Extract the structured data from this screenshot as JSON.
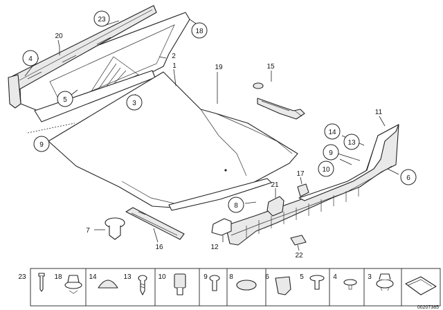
{
  "labels": {
    "l1": "1",
    "l2": "2",
    "l3": "3",
    "l4": "4",
    "l5": "5",
    "l6": "6",
    "l7": "7",
    "l8": "8",
    "l9a": "9",
    "l9b": "9",
    "l10": "10",
    "l11": "11",
    "l12": "12",
    "l13": "13",
    "l14": "14",
    "l15": "15",
    "l16": "16",
    "l17": "17",
    "l18": "18",
    "l19": "19",
    "l20": "20",
    "l21": "21",
    "l22": "22",
    "l23": "23"
  },
  "legend": [
    "23",
    "18",
    "14",
    "13",
    "10",
    "9",
    "8",
    "6",
    "5",
    "4",
    "3"
  ],
  "doc_id": "00207385"
}
